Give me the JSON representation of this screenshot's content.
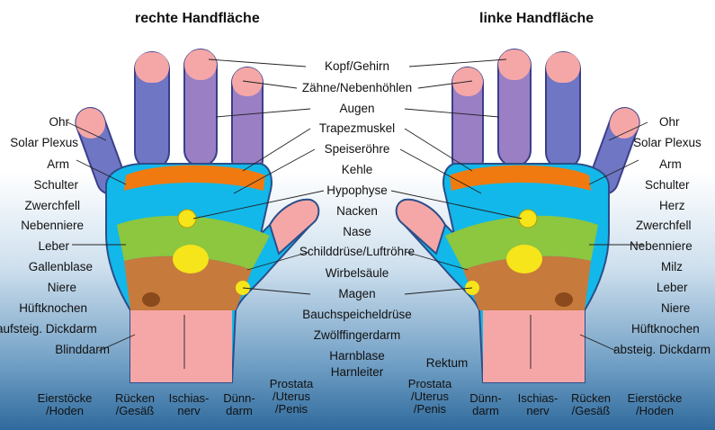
{
  "titles": {
    "right_palm": "rechte Handfläche",
    "left_palm": "linke Handfläche"
  },
  "center_labels": [
    "Kopf/Gehirn",
    "Zähne/Nebenhöhlen",
    "Augen",
    "Trapezmuskel",
    "Speiseröhre",
    "Kehle",
    "Hypophyse",
    "Nacken",
    "Nase",
    "Schilddrüse/Luftröhre",
    "Wirbelsäule",
    "Magen",
    "Bauchspeicheldrüse",
    "Zwölffingerdarm",
    "Harnblase",
    "Harnleiter",
    "Rektum"
  ],
  "right_hand_side_labels": [
    "Ohr",
    "Solar Plexus",
    "Arm",
    "Schulter",
    "Zwerchfell",
    "Nebenniere",
    "Leber",
    "Gallenblase",
    "Niere",
    "Hüftknochen",
    "aufsteig. Dickdarm",
    "Blinddarm"
  ],
  "left_hand_side_labels": [
    "Ohr",
    "Solar Plexus",
    "Arm",
    "Schulter",
    "Herz",
    "Zwerchfell",
    "Nebenniere",
    "Milz",
    "Leber",
    "Niere",
    "Hüftknochen",
    "absteig. Dickdarm"
  ],
  "right_hand_bottom_labels": [
    {
      "line1": "Eierstöcke",
      "line2": "/Hoden"
    },
    {
      "line1": "Rücken",
      "line2": "/Gesäß"
    },
    {
      "line1": "Ischias-",
      "line2": "nerv"
    },
    {
      "line1": "Dünn-",
      "line2": "darm"
    },
    {
      "line1": "Prostata",
      "line2": "/Uterus",
      "line3": "/Penis"
    }
  ],
  "left_hand_bottom_labels": [
    {
      "line1": "Prostata",
      "line2": "/Uterus",
      "line3": "/Penis"
    },
    {
      "line1": "Dünn-",
      "line2": "darm"
    },
    {
      "line1": "Ischias-",
      "line2": "nerv"
    },
    {
      "line1": "Rücken",
      "line2": "/Gesäß"
    },
    {
      "line1": "Eierstöcke",
      "line2": "/Hoden"
    }
  ],
  "colors": {
    "skin": "#f5a7a7",
    "blue": "#6f76c4",
    "purple": "#9a7fc4",
    "orange": "#f07a10",
    "cyan": "#12b8ea",
    "green": "#8dc63f",
    "yellow": "#f6e51a",
    "brown": "#c67a3c",
    "background_bottom": "#2f6a9c"
  }
}
